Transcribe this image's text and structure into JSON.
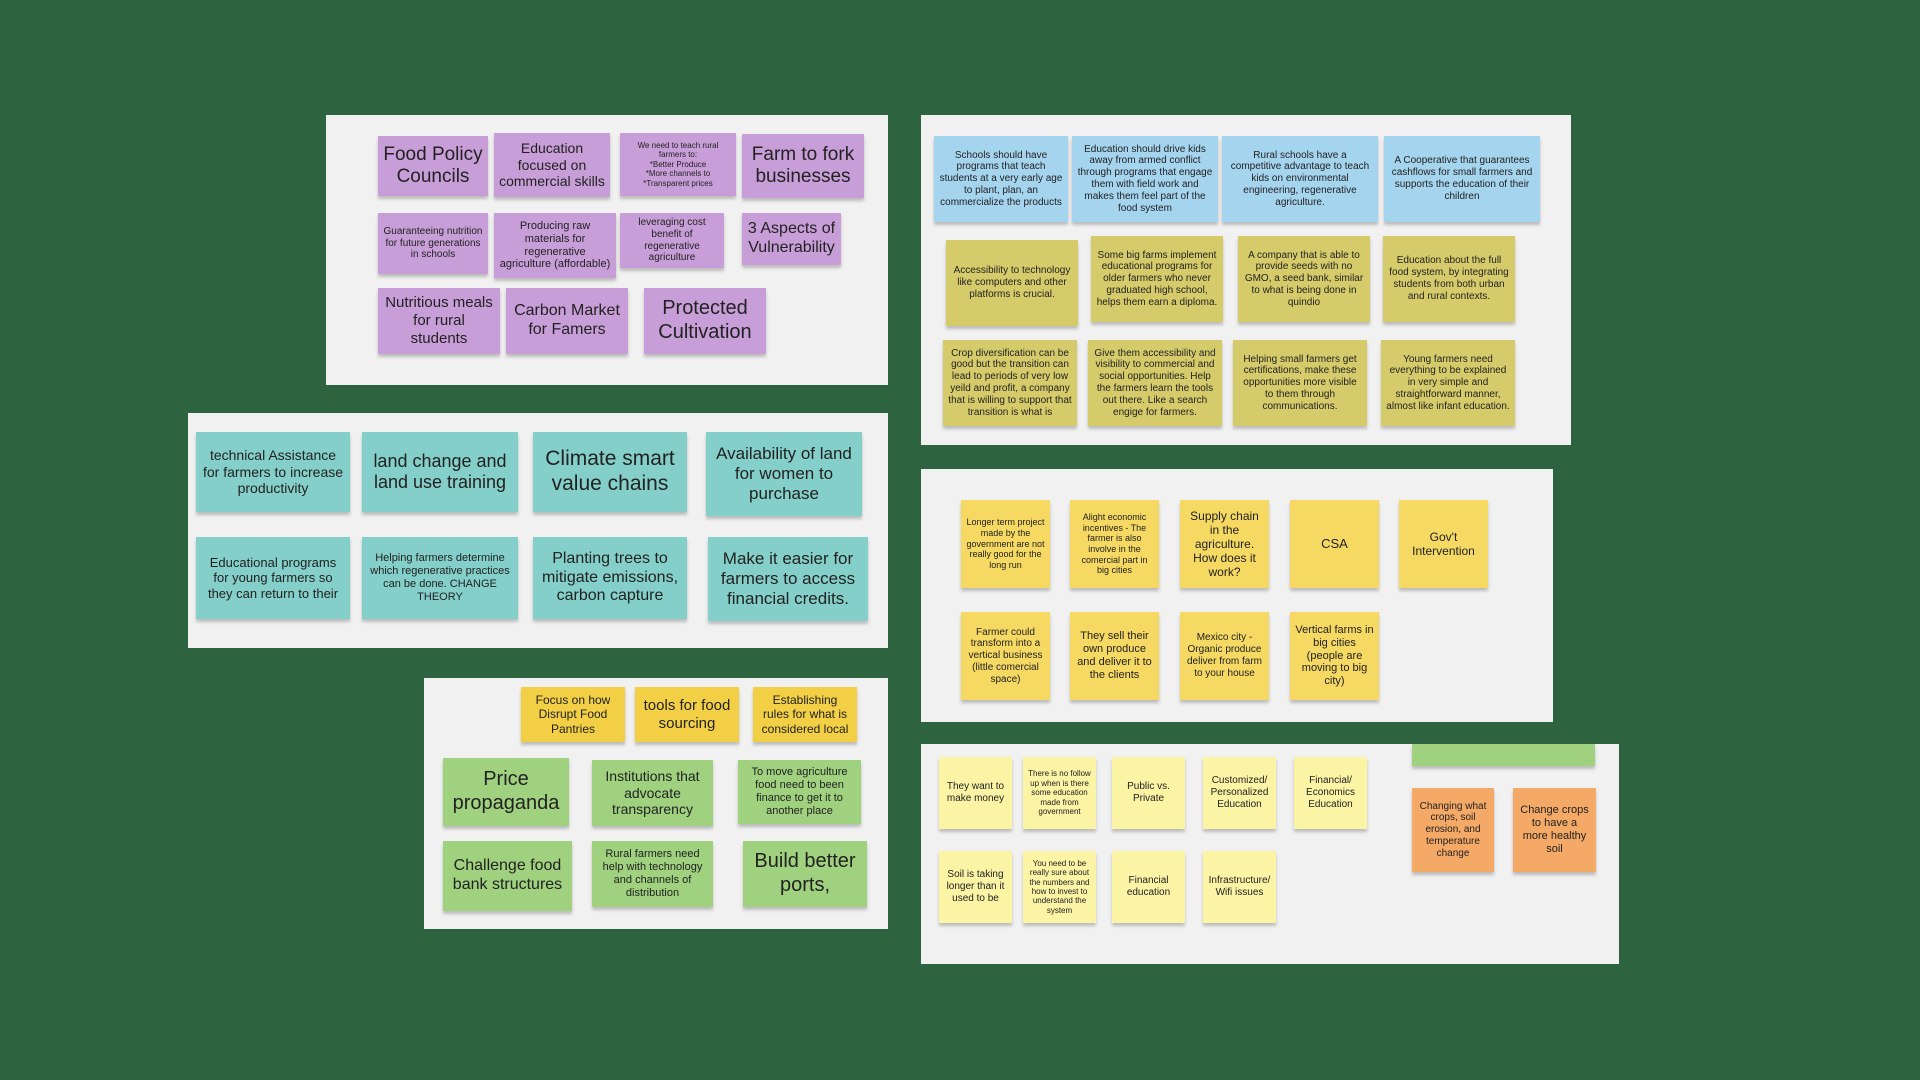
{
  "colors": {
    "background": "#2e6340",
    "board": "#f1f1f1",
    "purple": "#c89ed8",
    "teal": "#84cfc9",
    "yellow": "#f2cf45",
    "green": "#9fd17f",
    "blue": "#a5d4ee",
    "olive": "#d6cb6a",
    "sticky_yellow": "#f6d963",
    "cream": "#fbf4a4",
    "orange": "#f4a966"
  },
  "board_purple": [
    "Food Policy Councils",
    "Education focused on commercial skills",
    "We need to teach rural farmers to:\n*Better Produce\n*More channels to\n*Transparent prices",
    "Farm to fork businesses",
    "Guaranteeing nutrition for future generations in schools",
    "Producing raw materials for regenerative agriculture (affordable)",
    "leveraging cost benefit of regenerative agriculture",
    "3 Aspects of Vulnerability",
    "Nutritious meals for rural students",
    "Carbon Market for Famers",
    "Protected Cultivation"
  ],
  "board_teal": [
    "technical Assistance for farmers to increase productivity",
    "land change and land use training",
    "Climate smart value chains",
    "Availability of land for women to purchase",
    "Educational programs for young farmers so they can return to their",
    "Helping farmers determine which regenerative practices can be done. CHANGE THEORY",
    "Planting trees to mitigate emissions, carbon capture",
    "Make it easier for farmers to access financial credits."
  ],
  "board_green": [
    "Focus on how Disrupt Food Pantries",
    "tools for food sourcing",
    "Establishing rules for what is considered local",
    "Price propaganda",
    "Institutions that advocate transparency",
    "To move agriculture food need to been finance to get it to another place",
    "Challenge food bank structures",
    "Rural farmers need help with technology and channels of distribution",
    "Build better ports,"
  ],
  "board_blue": [
    "Schools should have programs that teach students at a very early age to plant, plan, an commercialize the products",
    "Education should drive kids away from armed conflict through programs that engage them with field work and makes them feel part of the food system",
    "Rural schools have a competitive advantage to teach kids on environmental engineering, regenerative agriculture.",
    "A Cooperative that guarantees cashflows for small farmers and supports the education of their children",
    "Accessibility to technology like computers and other platforms is crucial.",
    "Some big farms implement educational programs for older farmers who never graduated high school, helps them earn a diploma.",
    "A company that is able to provide seeds with no GMO, a seed bank, similar to what is being done in quindio",
    "Education about the full food system, by integrating students from both urban and rural contexts.",
    "Crop diversification can be good but the transition can lead to periods of very low yeild and profit, a company that is willing to support that transition is what is",
    "Give them accessibility and visibility to commercial and social opportunities. Help the farmers learn the tools out there. Like a search engige for farmers.",
    "Helping small farmers get certifications, make these opportunities more visible to them through communications.",
    "Young farmers need everything to be explained in very simple and straightforward manner, almost like infant education."
  ],
  "board_yellow": [
    "Longer term project made by the government are not really good for the long run",
    "Alight economic incentives - The farmer is also involve in the comercial part in big cities",
    "Supply chain in the agriculture. How does it work?",
    "CSA",
    "Gov't Intervention",
    "Farmer could transform into a vertical business (little comercial space)",
    "They sell their own produce and deliver it to the clients",
    "Mexico city - Organic produce deliver from farm to your house",
    "Vertical farms in big cities (people are moving to big city)"
  ],
  "board_cream": [
    "They want to make money",
    "There is no follow up when is there some education made from government",
    "Public vs. Private",
    "Customized/ Personalized Education",
    "Financial/ Economics Education",
    "Soil is taking longer than it used to be",
    "You need to be really sure about the numbers and how to invest to understand the system",
    "Financial education",
    "Infrastructure/ Wifi issues",
    "Changing what crops, soil erosion, and temperature change",
    "Change crops to have a more healthy soil"
  ]
}
